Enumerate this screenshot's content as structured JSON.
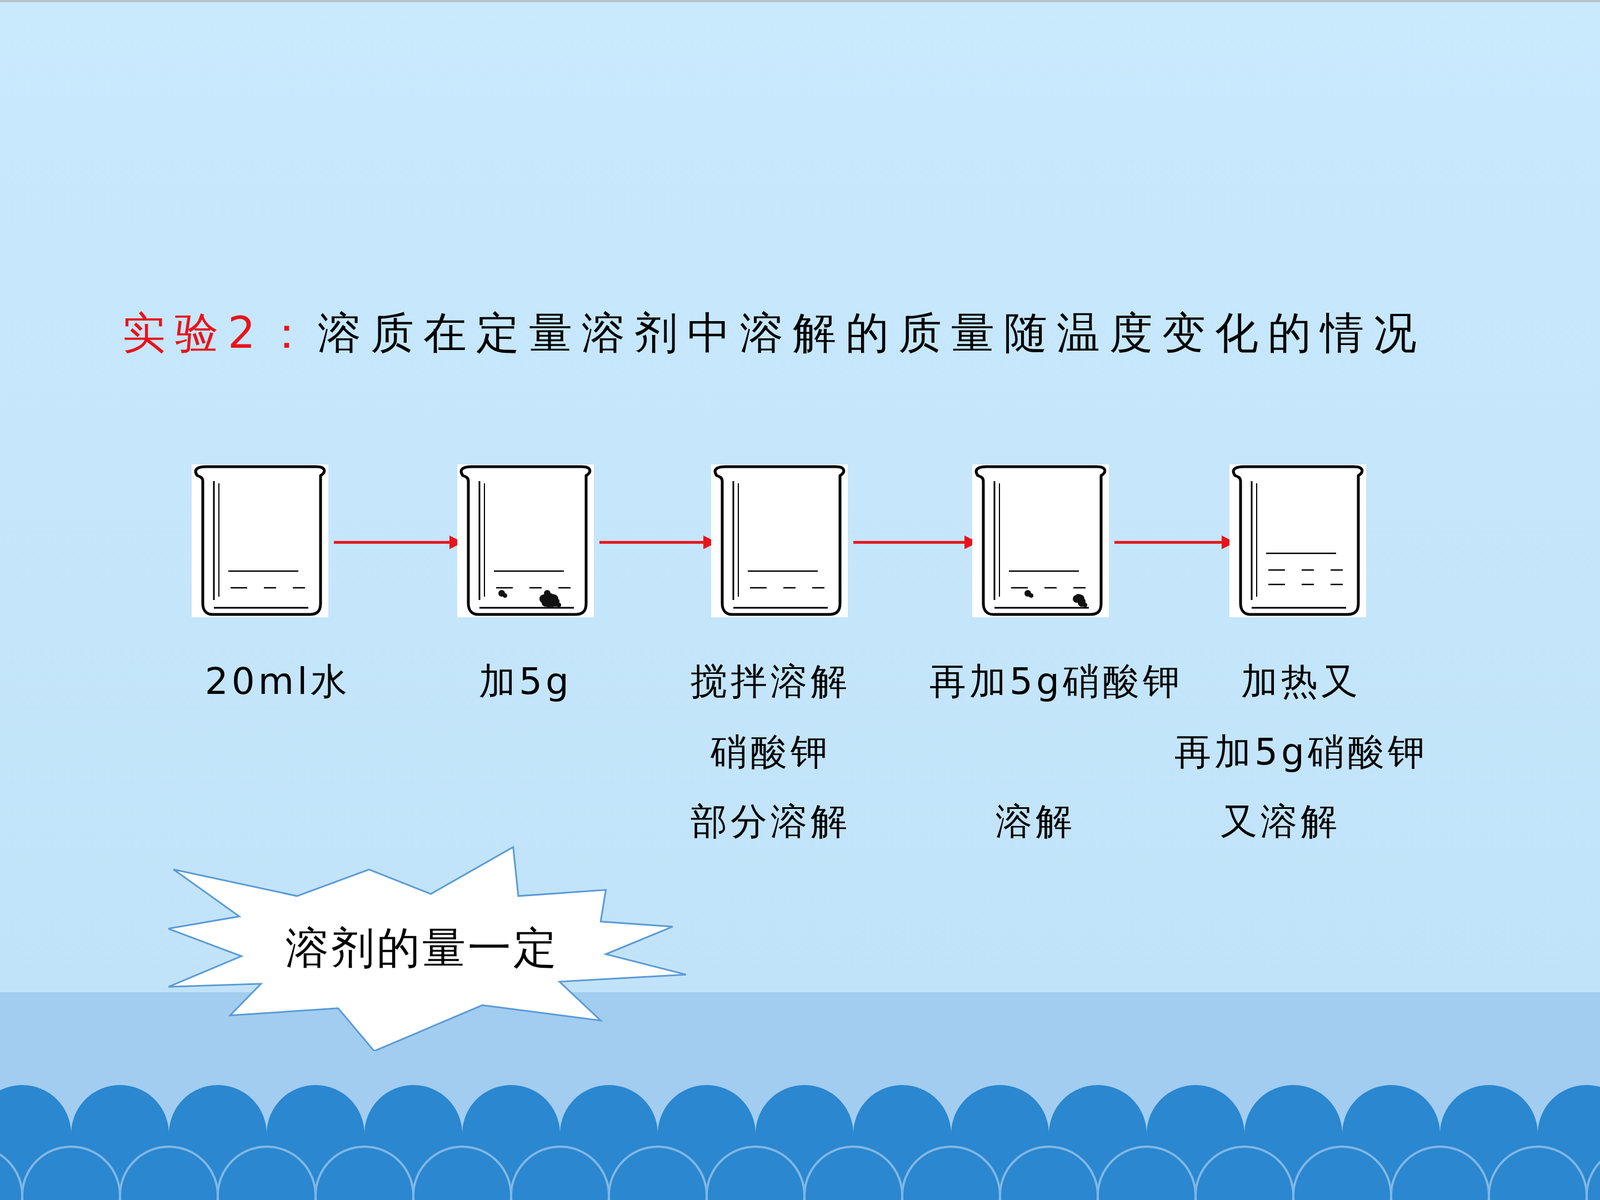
{
  "diagram": {
    "title": "溶质在定量溶剂中溶解的质量随温度变化的情况",
    "nodes": [
      {
        "text": [
          "20ml水"
        ]
      },
      {
        "text": [
          "加5g"
        ]
      },
      {
        "text": [
          "搅拌溶解",
          "硝酸钾",
          "部分溶解"
        ]
      },
      {
        "text": [
          "再加5g硝酸钾",
          "溶解"
        ]
      },
      {
        "text": [
          "加热又",
          "再加5g硝酸钾",
          "又溶解"
        ]
      },
      {
        "text": [
          "溶剂的量一定"
        ]
      }
    ],
    "edges": [
      {
        "from": 0,
        "to": 1,
        "arrow": "to"
      },
      {
        "from": 1,
        "to": 2,
        "arrow": "to"
      },
      {
        "from": 2,
        "to": 3,
        "arrow": "to"
      },
      {
        "from": 3,
        "to": 4,
        "arrow": "to"
      }
    ],
    "labels": [
      "实验2："
    ]
  }
}
